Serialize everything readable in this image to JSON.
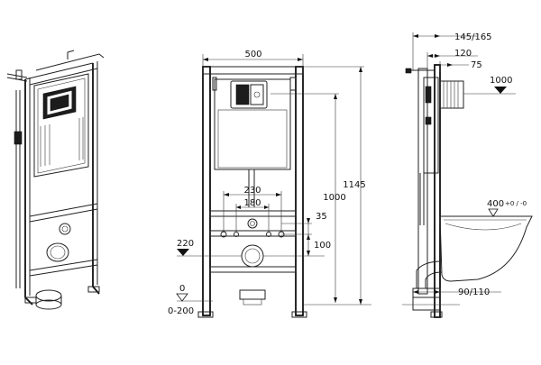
{
  "dimensions": {
    "width_top": "500",
    "height_1145": "1145",
    "height_1000": "1000",
    "spacing_230": "230",
    "spacing_180": "180",
    "offset_35": "35",
    "offset_100": "100",
    "level_220": "220",
    "floor_0": "0",
    "floor_range": "0-200",
    "depth_145_165": "145/165",
    "depth_120": "120",
    "depth_75": "75",
    "level_1000": "1000",
    "bowl_400": "400",
    "bowl_sub": "+0 / -0",
    "outlet_90_110": "90/110"
  },
  "colors": {
    "line": "#222222",
    "background": "#ffffff"
  }
}
